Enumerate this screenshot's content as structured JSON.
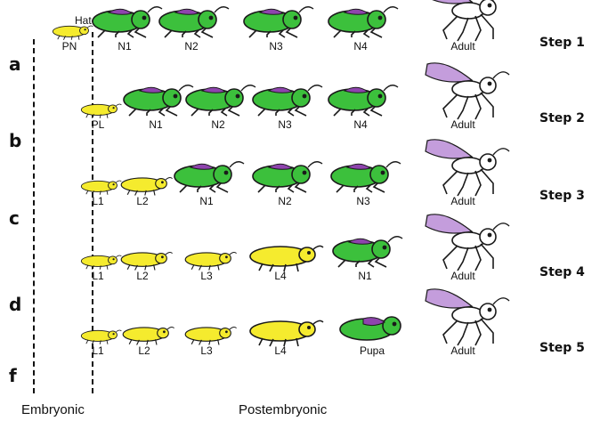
{
  "hatch_label": "Hatch",
  "bottom": {
    "embryonic": "Embryonic",
    "postembryonic": "Postembryonic"
  },
  "colors": {
    "larva": "#f5eb2e",
    "nymph": "#3cc03c",
    "wing_pad": "#8e44ad",
    "adult_wing": "#c49ddc",
    "adult_body": "#ffffff",
    "outline": "#1a1a1a"
  },
  "rows": [
    {
      "letter": "a",
      "step": "Step 1",
      "stages": [
        {
          "label": "PN",
          "kind": "larva-small"
        },
        {
          "label": "N1",
          "kind": "nymph"
        },
        {
          "label": "N2",
          "kind": "nymph"
        },
        {
          "label": "N3",
          "kind": "nymph"
        },
        {
          "label": "N4",
          "kind": "nymph"
        },
        {
          "label": "Adult",
          "kind": "adult"
        }
      ]
    },
    {
      "letter": "b",
      "step": "Step 2",
      "stages": [
        {
          "label": "PL",
          "kind": "larva-small"
        },
        {
          "label": "N1",
          "kind": "nymph"
        },
        {
          "label": "N2",
          "kind": "nymph"
        },
        {
          "label": "N3",
          "kind": "nymph"
        },
        {
          "label": "N4",
          "kind": "nymph"
        },
        {
          "label": "Adult",
          "kind": "adult"
        }
      ]
    },
    {
      "letter": "c",
      "step": "Step 3",
      "stages": [
        {
          "label": "L1",
          "kind": "larva-small"
        },
        {
          "label": "L2",
          "kind": "larva"
        },
        {
          "label": "N1",
          "kind": "nymph"
        },
        {
          "label": "N2",
          "kind": "nymph"
        },
        {
          "label": "N3",
          "kind": "nymph"
        },
        {
          "label": "Adult",
          "kind": "adult"
        }
      ]
    },
    {
      "letter": "d",
      "step": "Step 4",
      "stages": [
        {
          "label": "L1",
          "kind": "larva-small"
        },
        {
          "label": "L2",
          "kind": "larva"
        },
        {
          "label": "L3",
          "kind": "larva"
        },
        {
          "label": "L4",
          "kind": "larva-big"
        },
        {
          "label": "N1",
          "kind": "nymph"
        },
        {
          "label": "Adult",
          "kind": "adult"
        }
      ]
    },
    {
      "letter": "f",
      "step": "Step 5",
      "stages": [
        {
          "label": "L1",
          "kind": "larva-small"
        },
        {
          "label": "L2",
          "kind": "larva"
        },
        {
          "label": "L3",
          "kind": "larva"
        },
        {
          "label": "L4",
          "kind": "larva-big"
        },
        {
          "label": "Pupa",
          "kind": "pupa"
        },
        {
          "label": "Adult",
          "kind": "adult"
        }
      ]
    }
  ]
}
